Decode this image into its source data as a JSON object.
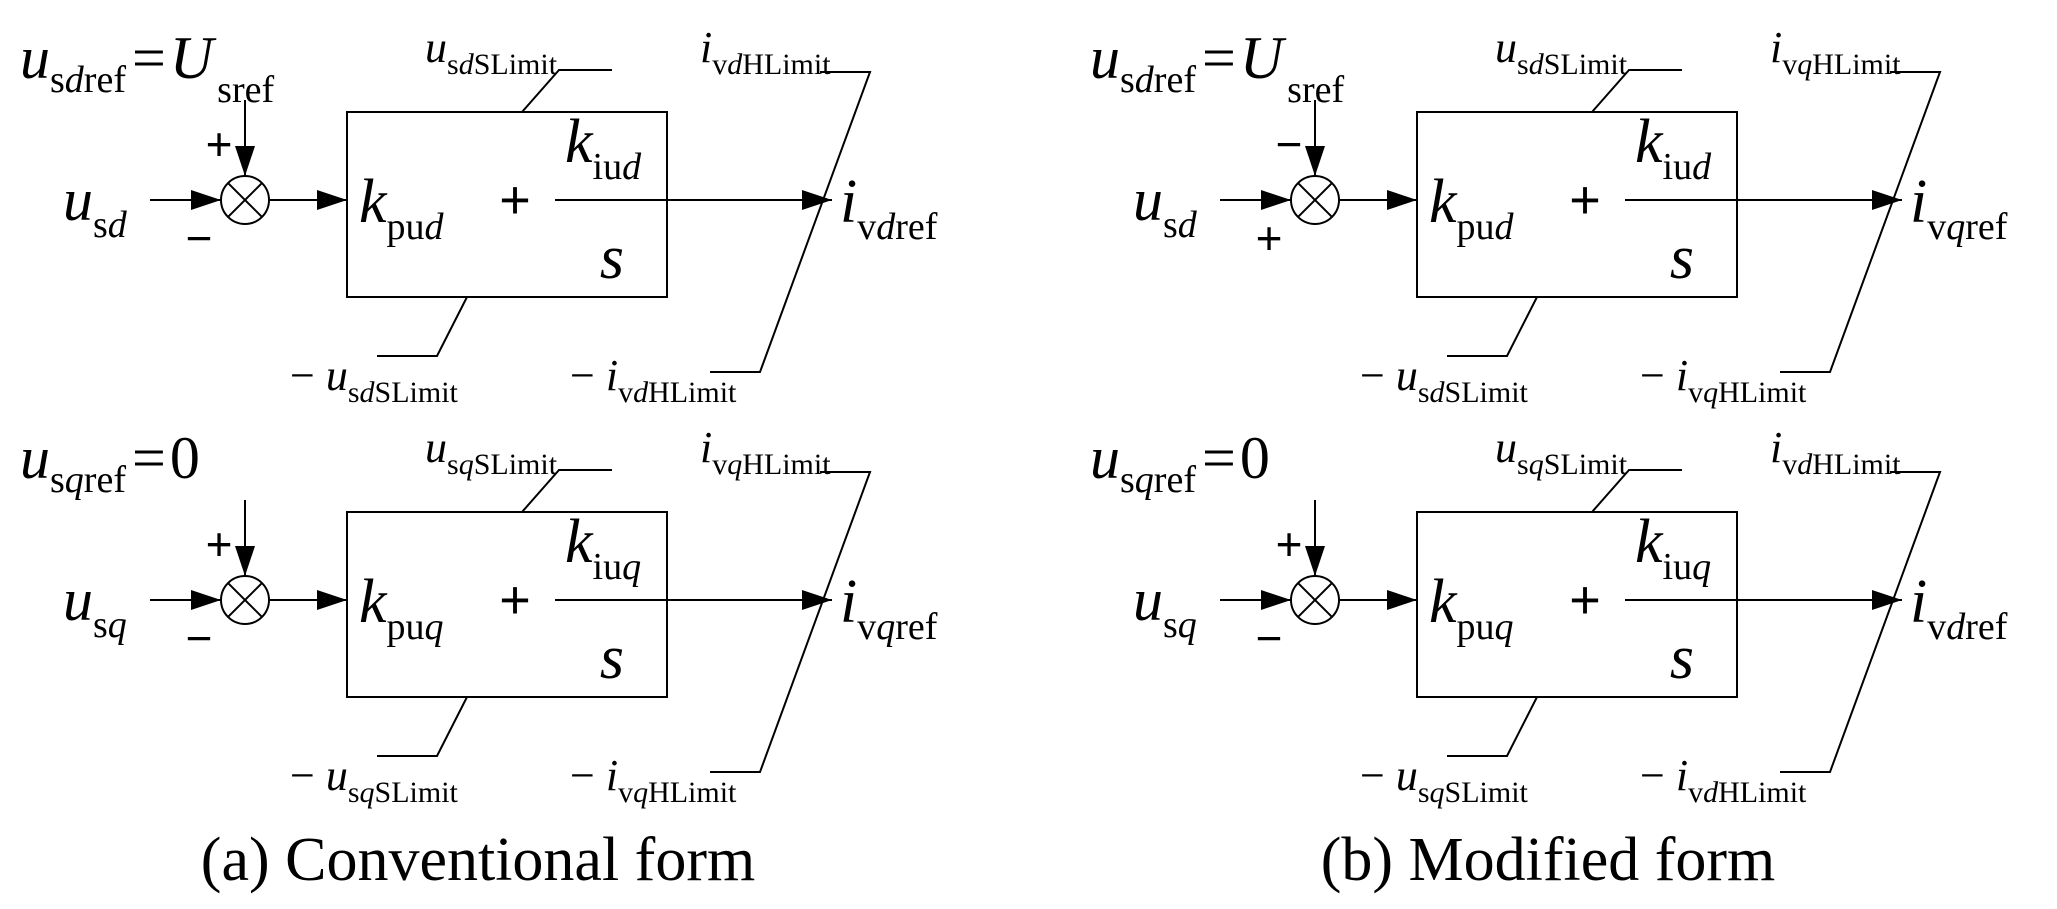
{
  "panels": [
    {
      "caption": "(a) Conventional form",
      "loops": [
        {
          "ref": {
            "main": "u",
            "sub_pre": "s",
            "sub_it": "d",
            "sub_post": "ref",
            "eq": "=",
            "rhs_main": "U",
            "rhs_sub": "sref",
            "rhs_italic": true
          },
          "input": {
            "main": "u",
            "sub_pre": "s",
            "sub_it": "d",
            "sub_post": ""
          },
          "top_sign": "+",
          "bottom_sign": "−",
          "kp": {
            "main": "k",
            "sub_pre": "pu",
            "sub_it": "d"
          },
          "plus": "+",
          "ki": {
            "main": "k",
            "sub_pre": "iu",
            "sub_it": "d"
          },
          "s": "s",
          "out": {
            "main": "i",
            "sub_pre": "v",
            "sub_it": "d",
            "sub_post": "ref"
          },
          "sat_top": {
            "neg": "",
            "main": "u",
            "sub_pre": "s",
            "sub_it": "d",
            "sub_post": "SLimit"
          },
          "sat_bottom": {
            "neg": "−",
            "main": "u",
            "sub_pre": "s",
            "sub_it": "d",
            "sub_post": "SLimit"
          },
          "lim_top": {
            "neg": "",
            "main": "i",
            "sub_pre": "v",
            "sub_it": "d",
            "sub_post": "HLimit"
          },
          "lim_bottom": {
            "neg": "−",
            "main": "i",
            "sub_pre": "v",
            "sub_it": "d",
            "sub_post": "HLimit"
          }
        },
        {
          "ref": {
            "main": "u",
            "sub_pre": "s",
            "sub_it": "q",
            "sub_post": "ref",
            "eq": "=",
            "rhs_main": "0",
            "rhs_sub": "",
            "rhs_italic": false
          },
          "input": {
            "main": "u",
            "sub_pre": "s",
            "sub_it": "q",
            "sub_post": ""
          },
          "top_sign": "+",
          "bottom_sign": "−",
          "kp": {
            "main": "k",
            "sub_pre": "pu",
            "sub_it": "q"
          },
          "plus": "+",
          "ki": {
            "main": "k",
            "sub_pre": "iu",
            "sub_it": "q"
          },
          "s": "s",
          "out": {
            "main": "i",
            "sub_pre": "v",
            "sub_it": "q",
            "sub_post": "ref"
          },
          "sat_top": {
            "neg": "",
            "main": "u",
            "sub_pre": "s",
            "sub_it": "q",
            "sub_post": "SLimit"
          },
          "sat_bottom": {
            "neg": "−",
            "main": "u",
            "sub_pre": "s",
            "sub_it": "q",
            "sub_post": "SLimit"
          },
          "lim_top": {
            "neg": "",
            "main": "i",
            "sub_pre": "v",
            "sub_it": "q",
            "sub_post": "HLimit"
          },
          "lim_bottom": {
            "neg": "−",
            "main": "i",
            "sub_pre": "v",
            "sub_it": "q",
            "sub_post": "HLimit"
          }
        }
      ]
    },
    {
      "caption": "(b) Modified form",
      "loops": [
        {
          "ref": {
            "main": "u",
            "sub_pre": "s",
            "sub_it": "d",
            "sub_post": "ref",
            "eq": "=",
            "rhs_main": "U",
            "rhs_sub": "sref",
            "rhs_italic": true
          },
          "input": {
            "main": "u",
            "sub_pre": "s",
            "sub_it": "d",
            "sub_post": ""
          },
          "top_sign": "−",
          "bottom_sign": "+",
          "kp": {
            "main": "k",
            "sub_pre": "pu",
            "sub_it": "d"
          },
          "plus": "+",
          "ki": {
            "main": "k",
            "sub_pre": "iu",
            "sub_it": "d"
          },
          "s": "s",
          "out": {
            "main": "i",
            "sub_pre": "v",
            "sub_it": "q",
            "sub_post": "ref"
          },
          "sat_top": {
            "neg": "",
            "main": "u",
            "sub_pre": "s",
            "sub_it": "d",
            "sub_post": "SLimit"
          },
          "sat_bottom": {
            "neg": "−",
            "main": "u",
            "sub_pre": "s",
            "sub_it": "d",
            "sub_post": "SLimit"
          },
          "lim_top": {
            "neg": "",
            "main": "i",
            "sub_pre": "v",
            "sub_it": "q",
            "sub_post": "HLimit"
          },
          "lim_bottom": {
            "neg": "−",
            "main": "i",
            "sub_pre": "v",
            "sub_it": "q",
            "sub_post": "HLimit"
          }
        },
        {
          "ref": {
            "main": "u",
            "sub_pre": "s",
            "sub_it": "q",
            "sub_post": "ref",
            "eq": "=",
            "rhs_main": "0",
            "rhs_sub": "",
            "rhs_italic": false
          },
          "input": {
            "main": "u",
            "sub_pre": "s",
            "sub_it": "q",
            "sub_post": ""
          },
          "top_sign": "+",
          "bottom_sign": "−",
          "kp": {
            "main": "k",
            "sub_pre": "pu",
            "sub_it": "q"
          },
          "plus": "+",
          "ki": {
            "main": "k",
            "sub_pre": "iu",
            "sub_it": "q"
          },
          "s": "s",
          "out": {
            "main": "i",
            "sub_pre": "v",
            "sub_it": "d",
            "sub_post": "ref"
          },
          "sat_top": {
            "neg": "",
            "main": "u",
            "sub_pre": "s",
            "sub_it": "q",
            "sub_post": "SLimit"
          },
          "sat_bottom": {
            "neg": "−",
            "main": "u",
            "sub_pre": "s",
            "sub_it": "q",
            "sub_post": "SLimit"
          },
          "lim_top": {
            "neg": "",
            "main": "i",
            "sub_pre": "v",
            "sub_it": "d",
            "sub_post": "HLimit"
          },
          "lim_bottom": {
            "neg": "−",
            "main": "i",
            "sub_pre": "v",
            "sub_it": "d",
            "sub_post": "HLimit"
          }
        }
      ]
    }
  ]
}
